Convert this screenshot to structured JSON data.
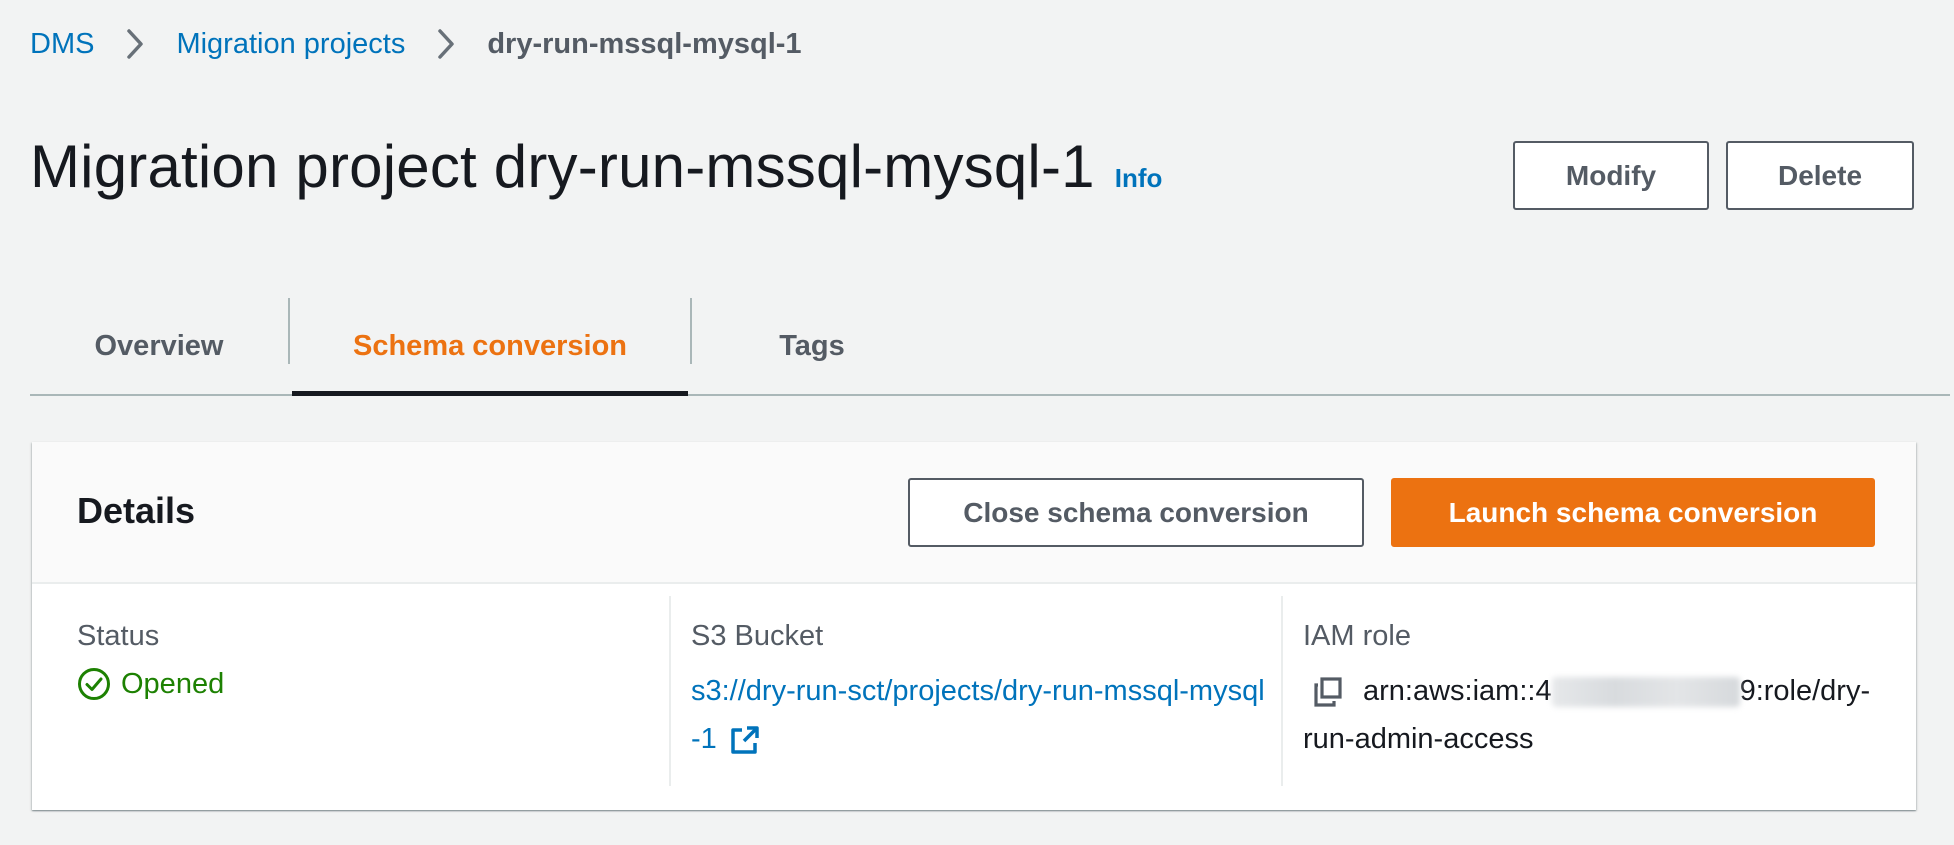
{
  "breadcrumb": {
    "items": [
      "DMS",
      "Migration projects"
    ],
    "current": "dry-run-mssql-mysql-1"
  },
  "header": {
    "title": "Migration project dry-run-mssql-mysql-1",
    "info_label": "Info",
    "modify_label": "Modify",
    "delete_label": "Delete"
  },
  "tabs": [
    {
      "label": "Overview",
      "active": false
    },
    {
      "label": "Schema conversion",
      "active": true
    },
    {
      "label": "Tags",
      "active": false
    }
  ],
  "details": {
    "title": "Details",
    "close_label": "Close schema conversion",
    "launch_label": "Launch schema conversion",
    "status": {
      "label": "Status",
      "value": "Opened"
    },
    "s3": {
      "label": "S3 Bucket",
      "value": "s3://dry-run-sct/projects/dry-run-mssql-mysql-1"
    },
    "iam": {
      "label": "IAM role",
      "prefix": "arn:aws:iam::4",
      "suffix": "9:role/dry-run-admin-access"
    }
  },
  "colors": {
    "link": "#0073bb",
    "accent": "#ec7211",
    "success": "#1d8102",
    "background": "#f2f3f3"
  },
  "icons": [
    "chevron-right-icon",
    "check-circle-icon",
    "external-link-icon",
    "copy-icon"
  ]
}
